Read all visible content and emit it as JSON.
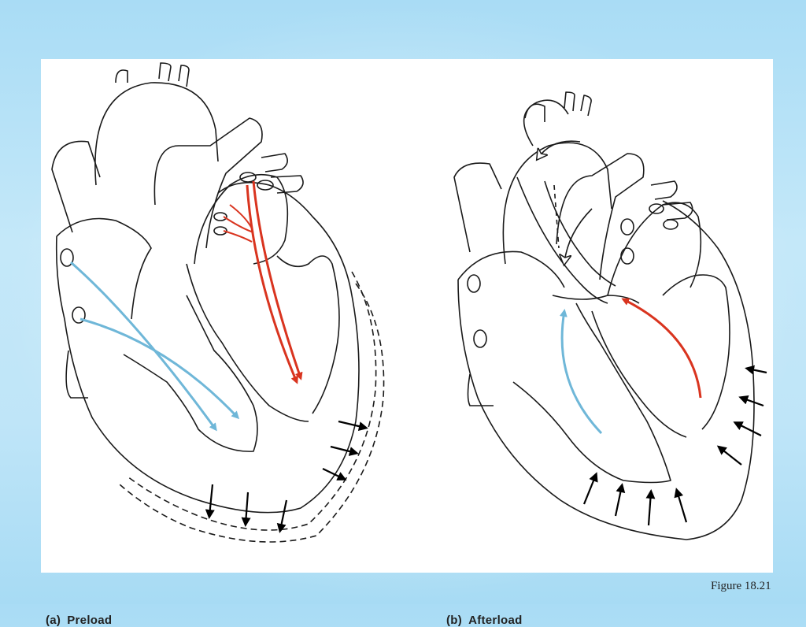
{
  "figure": {
    "label": "Figure 18.21",
    "panels": [
      {
        "letter": "(a)",
        "title": "Preload"
      },
      {
        "letter": "(b)",
        "title": "Afterload"
      }
    ]
  },
  "colors": {
    "oxygen_poor_flow": "#6fb7d8",
    "oxygen_rich_flow": "#d9341f",
    "outline": "#1a1a1a",
    "pressure_arrows": "#000000",
    "background": "#bfe5f8"
  }
}
